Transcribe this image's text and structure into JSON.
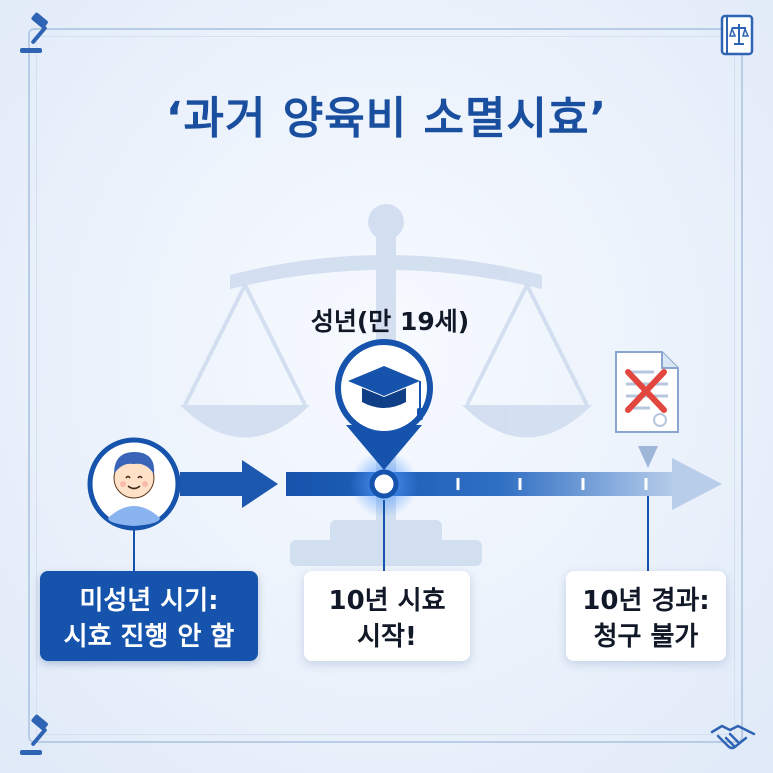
{
  "title": "‘과거 양육비 소멸시효’",
  "milestone": {
    "age_label": "성년(만 19세)"
  },
  "boxes": {
    "minor": {
      "line1": "미성년 시기:",
      "line2": "시효 진행 안 함"
    },
    "start": {
      "line1": "10년 시효",
      "line2": "시작!"
    },
    "end": {
      "line1": "10년 경과:",
      "line2": "청구 불가"
    }
  },
  "icons": {
    "top_left": "gavel-icon",
    "top_right": "law-book-icon",
    "bottom_left": "gavel-icon",
    "bottom_right": "handshake-icon",
    "child": "child-face-icon",
    "milestone": "graduation-cap-icon",
    "expired": "cancelled-document-icon",
    "background": "scales-of-justice-icon"
  },
  "colors": {
    "primary": "#1553ac",
    "title": "#1a4fa0",
    "accent_red": "#e2473f"
  }
}
